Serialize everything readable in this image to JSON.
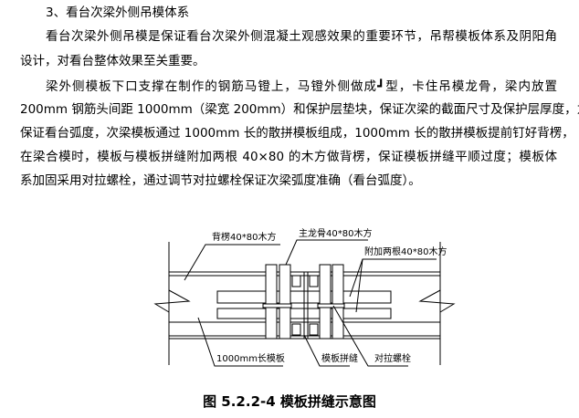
{
  "heading": "3、看台次梁外侧吊模体系",
  "lines": [
    "看台次梁外侧吊模是保证看台次梁外侧混凝土观感效果的重要环节，吊帮模板体系及阴阳角",
    "设计，对看台整体效果至关重要。",
    "梁外侧模板下口支撑在制作的钢筋马镫上，马镫外侧做成┛型，卡住吊模龙骨，梁内放置",
    "200mm 钢筋头间距 1000mm（梁宽 200mm）和保护层垫块，保证次梁的截面尺寸及保护层厚度，为",
    "保证看台弧度，次梁模板通过 1000mm 长的散拼模板组成，1000mm 长的散拼模板提前钉好背楞，",
    "在梁合模时，模板与模板拼缝附加两根 40×80 的木方做背楞，保证模板拼缝平顺过度；模板体",
    "系加固采用对拉螺栓，通过调节对拉螺栓保证次梁弧度准确（看台弧度）。"
  ],
  "figure": {
    "labels": {
      "back_ridge": "背楞40*80木方",
      "main_keel": "主龙骨40*80木方",
      "extra_timber": "附加两根40*80木方",
      "formwork": "1000mm长模板",
      "seam": "模板拼缝",
      "tie_bolt": "对拉螺栓"
    },
    "caption": "图 5.2.2-4 模板拼缝示意图"
  }
}
